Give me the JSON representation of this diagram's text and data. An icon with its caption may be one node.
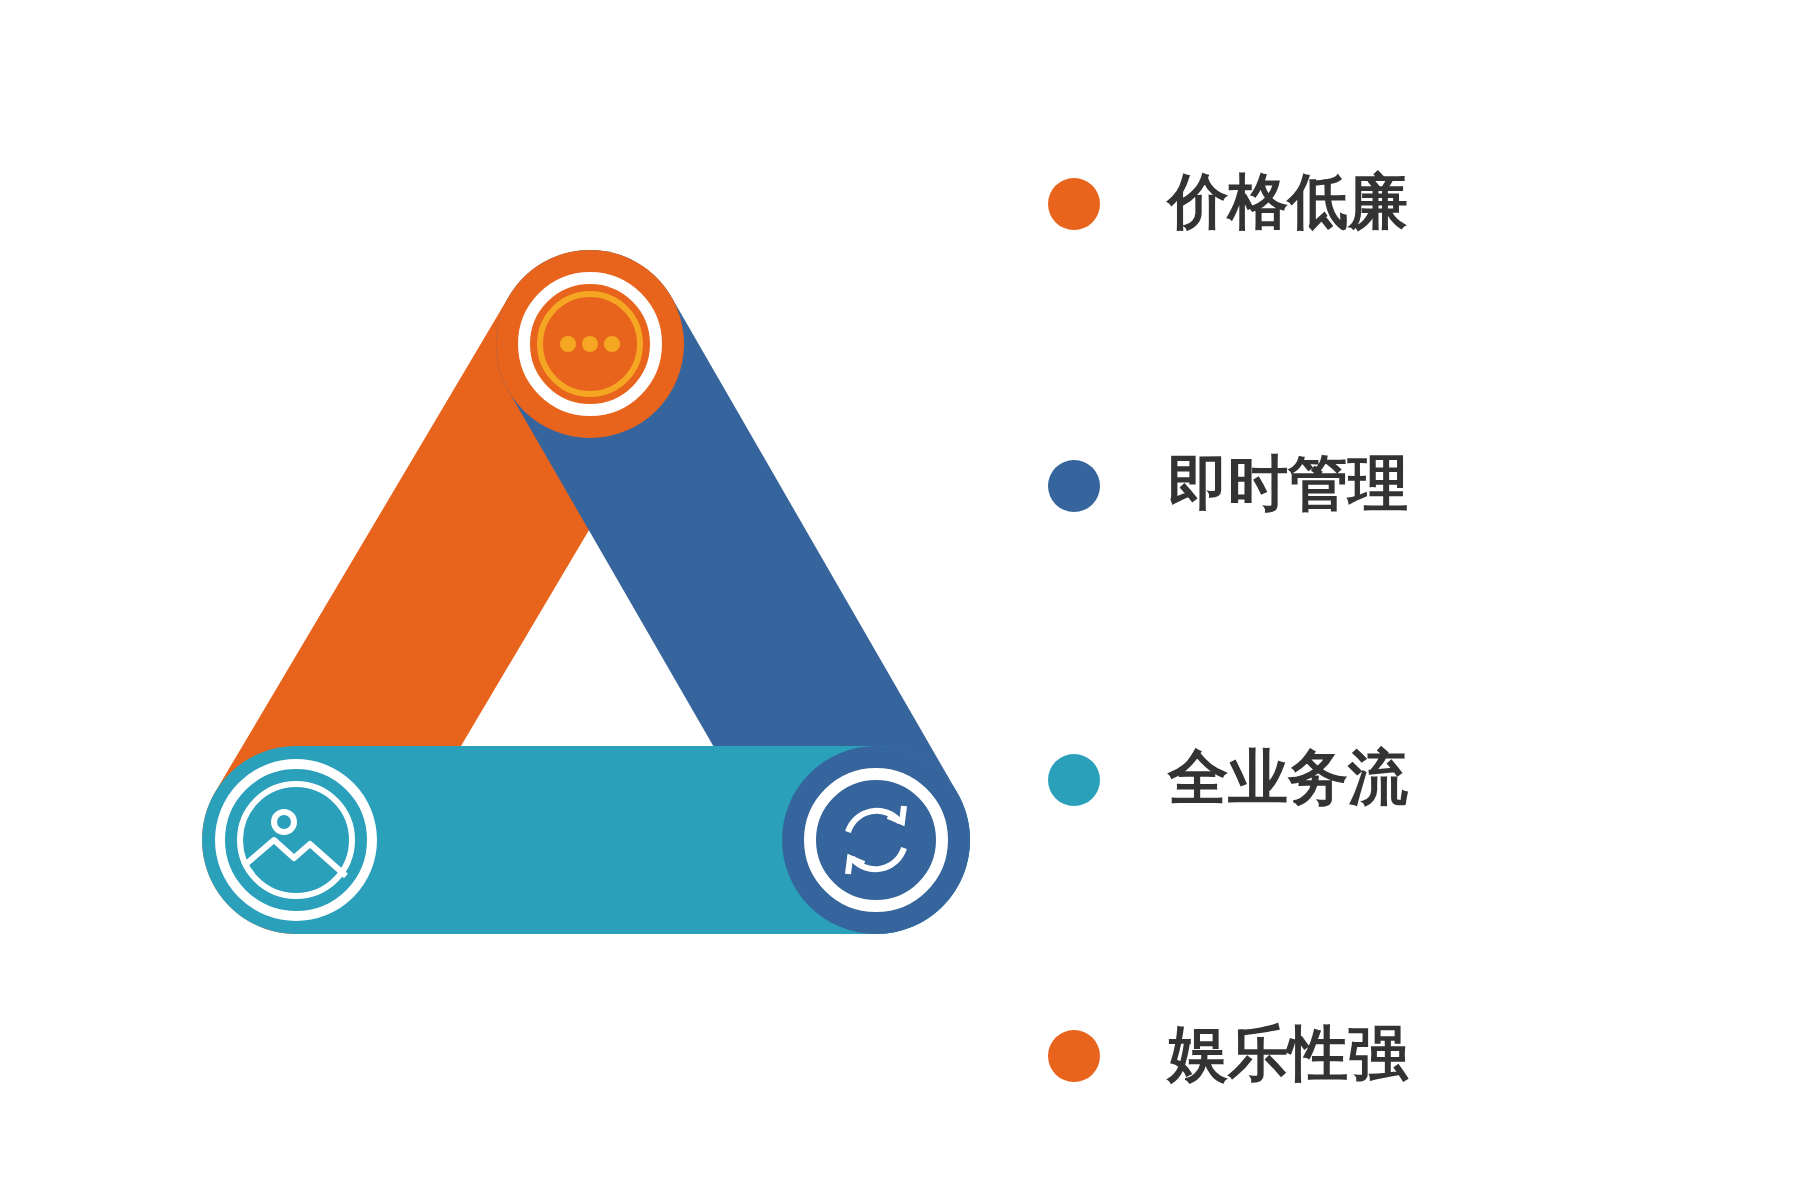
{
  "diagram": {
    "legend": [
      {
        "text": "价格低廉",
        "color": "#e8641d"
      },
      {
        "text": "即时管理",
        "color": "#36649c"
      },
      {
        "text": "全业务流",
        "color": "#2aa0bb"
      },
      {
        "text": "娱乐性强",
        "color": "#e8641d"
      }
    ]
  }
}
